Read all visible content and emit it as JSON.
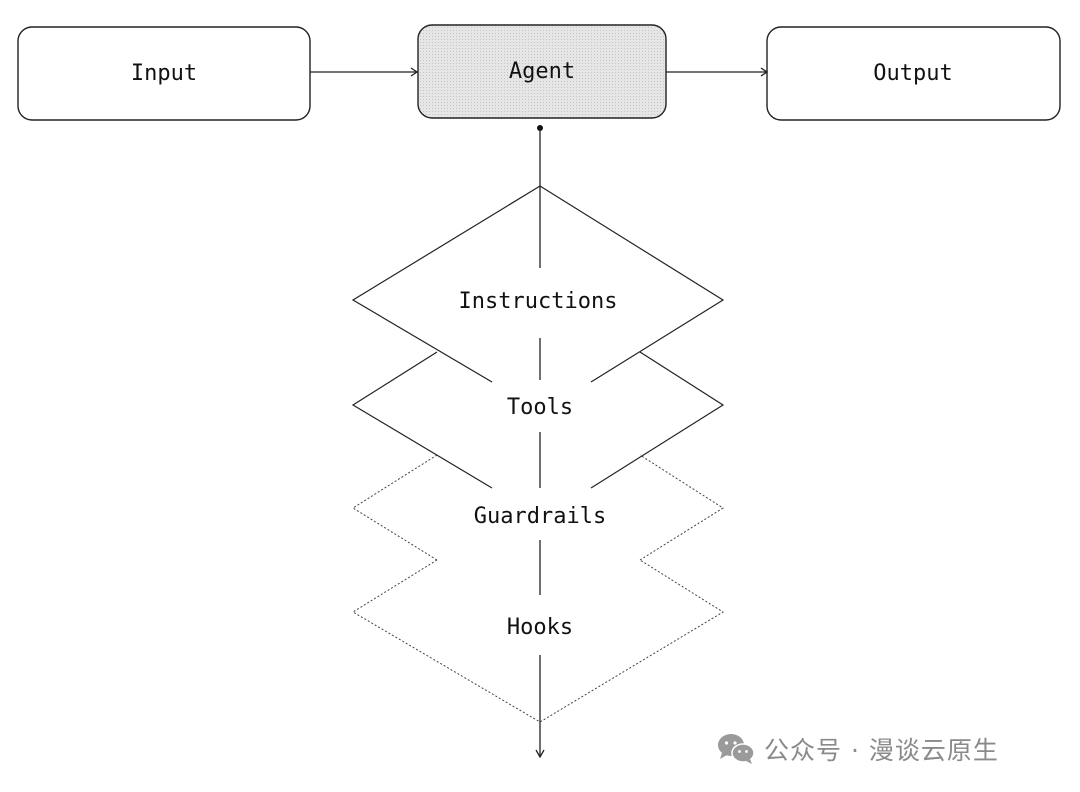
{
  "diagram": {
    "nodes": {
      "input": "Input",
      "agent": "Agent",
      "output": "Output"
    },
    "layers": {
      "instructions": "Instructions",
      "tools": "Tools",
      "guardrails": "Guardrails",
      "hooks": "Hooks"
    }
  },
  "watermark": {
    "icon": "wechat-icon",
    "text": "公众号 · 漫谈云原生"
  },
  "colors": {
    "agent_fill": "#e4e4e4",
    "stroke": "#222222",
    "watermark": "#8a8a8a"
  }
}
